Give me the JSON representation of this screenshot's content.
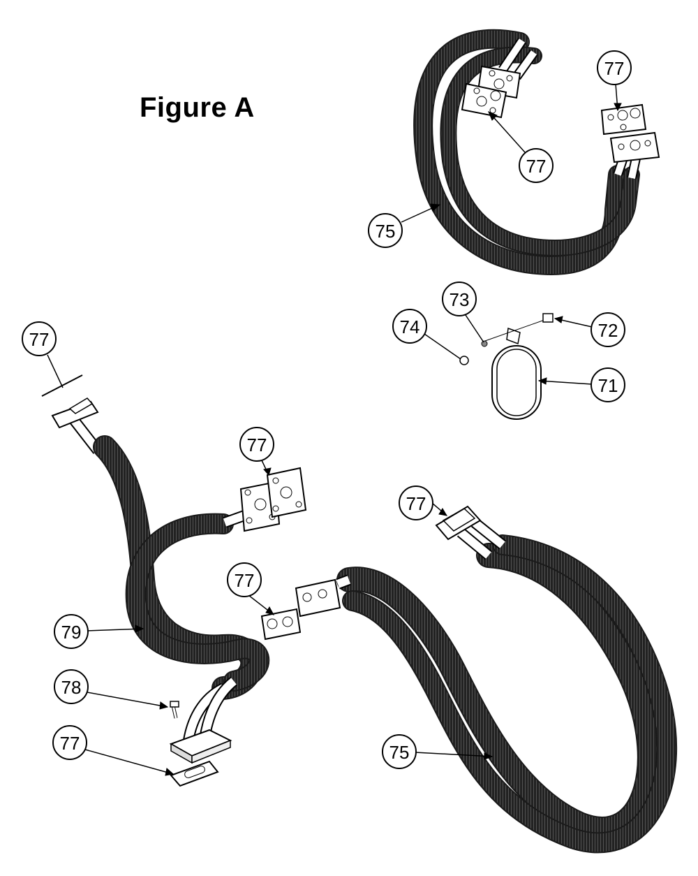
{
  "figure": {
    "title": "Figure A"
  },
  "callouts": [
    {
      "id": "c77a",
      "label": "77"
    },
    {
      "id": "c77b",
      "label": "77"
    },
    {
      "id": "c75a",
      "label": "75"
    },
    {
      "id": "c73",
      "label": "73"
    },
    {
      "id": "c74",
      "label": "74"
    },
    {
      "id": "c72",
      "label": "72"
    },
    {
      "id": "c71",
      "label": "71"
    },
    {
      "id": "c77c",
      "label": "77"
    },
    {
      "id": "c77d",
      "label": "77"
    },
    {
      "id": "c77e",
      "label": "77"
    },
    {
      "id": "c77f",
      "label": "77"
    },
    {
      "id": "c79",
      "label": "79"
    },
    {
      "id": "c78",
      "label": "78"
    },
    {
      "id": "c77g",
      "label": "77"
    },
    {
      "id": "c75b",
      "label": "75"
    }
  ],
  "colors": {
    "line": "#000000",
    "hose": "#1a1a1a",
    "background": "#ffffff"
  }
}
